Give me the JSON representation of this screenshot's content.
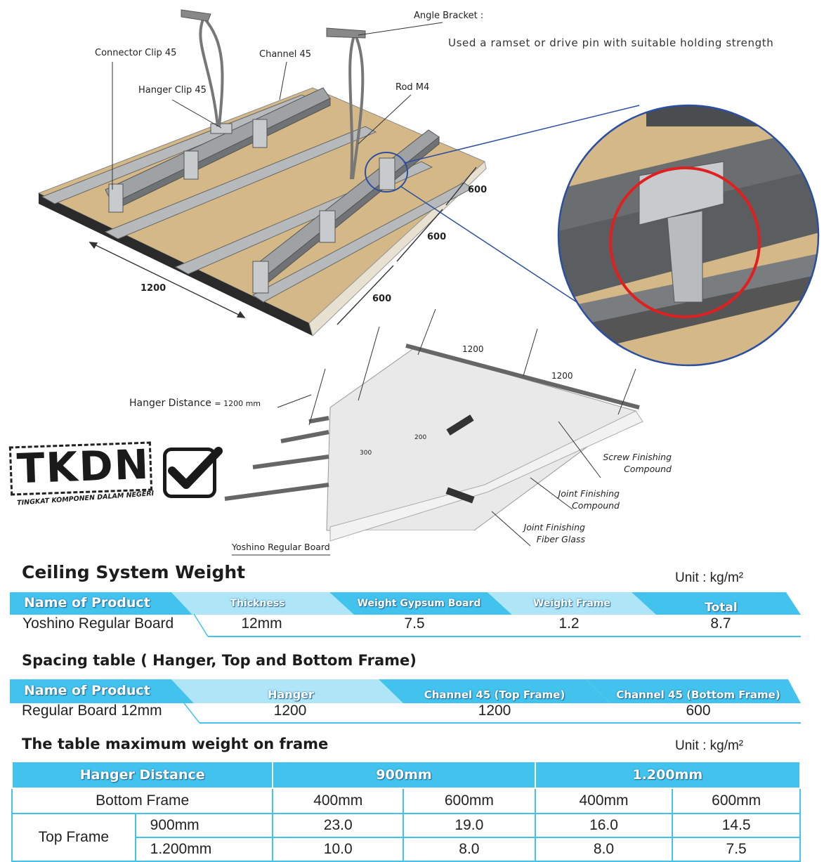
{
  "diagram": {
    "labels": {
      "angle_bracket": "Angle Bracket :",
      "angle_note": "Used a ramset or drive pin with suitable holding strength",
      "connector_clip": "Connector Clip 45",
      "channel": "Channel 45",
      "hanger_clip": "Hanger Clip 45",
      "rod": "Rod M4",
      "dim_1200": "1200",
      "dim_600_a": "600",
      "dim_600_b": "600",
      "dim_600_c": "600",
      "top_1200_a": "1200",
      "top_1200_b": "1200",
      "hanger_distance": "Hanger Distance",
      "hanger_distance_value": "= 1200 mm",
      "screw_finishing": "Screw Finishing",
      "compound_1": "Compound",
      "joint_finishing": "Joint Finishing",
      "compound_2": "Compound",
      "joint_finishing_2": "Joint Finishing",
      "fiber_glass": "Fiber Glass",
      "yoshino": "Yoshino Regular Board",
      "d300": "300",
      "d200": "200"
    },
    "tkdn": {
      "mark": "TKDN",
      "subtitle": "TINGKAT KOMPONEN DALAM NEGERI"
    }
  },
  "weight": {
    "title": "Ceiling System Weight",
    "unit": "Unit : kg/m²",
    "headers": [
      "Name of Product",
      "Thickness",
      "Weight Gypsum Board",
      "Weight Frame",
      "Total"
    ],
    "row": [
      "Yoshino Regular Board",
      "12mm",
      "7.5",
      "1.2",
      "8.7"
    ]
  },
  "spacing": {
    "title": "Spacing table ( Hanger, Top and Bottom Frame)",
    "headers": [
      "Name of Product",
      "Hanger",
      "Channel 45 (Top Frame)",
      "Channel 45 (Bottom Frame)"
    ],
    "row": [
      "Regular Board 12mm",
      "1200",
      "1200",
      "600"
    ]
  },
  "maxweight": {
    "title": "The table maximum weight  on frame",
    "unit": "Unit : kg/m²",
    "header": [
      "Hanger Distance",
      "900mm",
      "1.200mm"
    ],
    "bottom_frame_label": "Bottom Frame",
    "bottom_values": [
      "400mm",
      "600mm",
      "400mm",
      "600mm"
    ],
    "top_frame_label": "Top Frame",
    "rows": [
      {
        "label": "900mm",
        "values": [
          "23.0",
          "19.0",
          "16.0",
          "14.5"
        ]
      },
      {
        "label": "1.200mm",
        "values": [
          "10.0",
          "8.0",
          "8.0",
          "7.5"
        ]
      }
    ]
  },
  "colors": {
    "accent": "#41c3ee",
    "board": "#d5b888",
    "steel": "#a9acae",
    "zoom_ring": "#e02020",
    "zoom_border": "#2b4fa0"
  }
}
